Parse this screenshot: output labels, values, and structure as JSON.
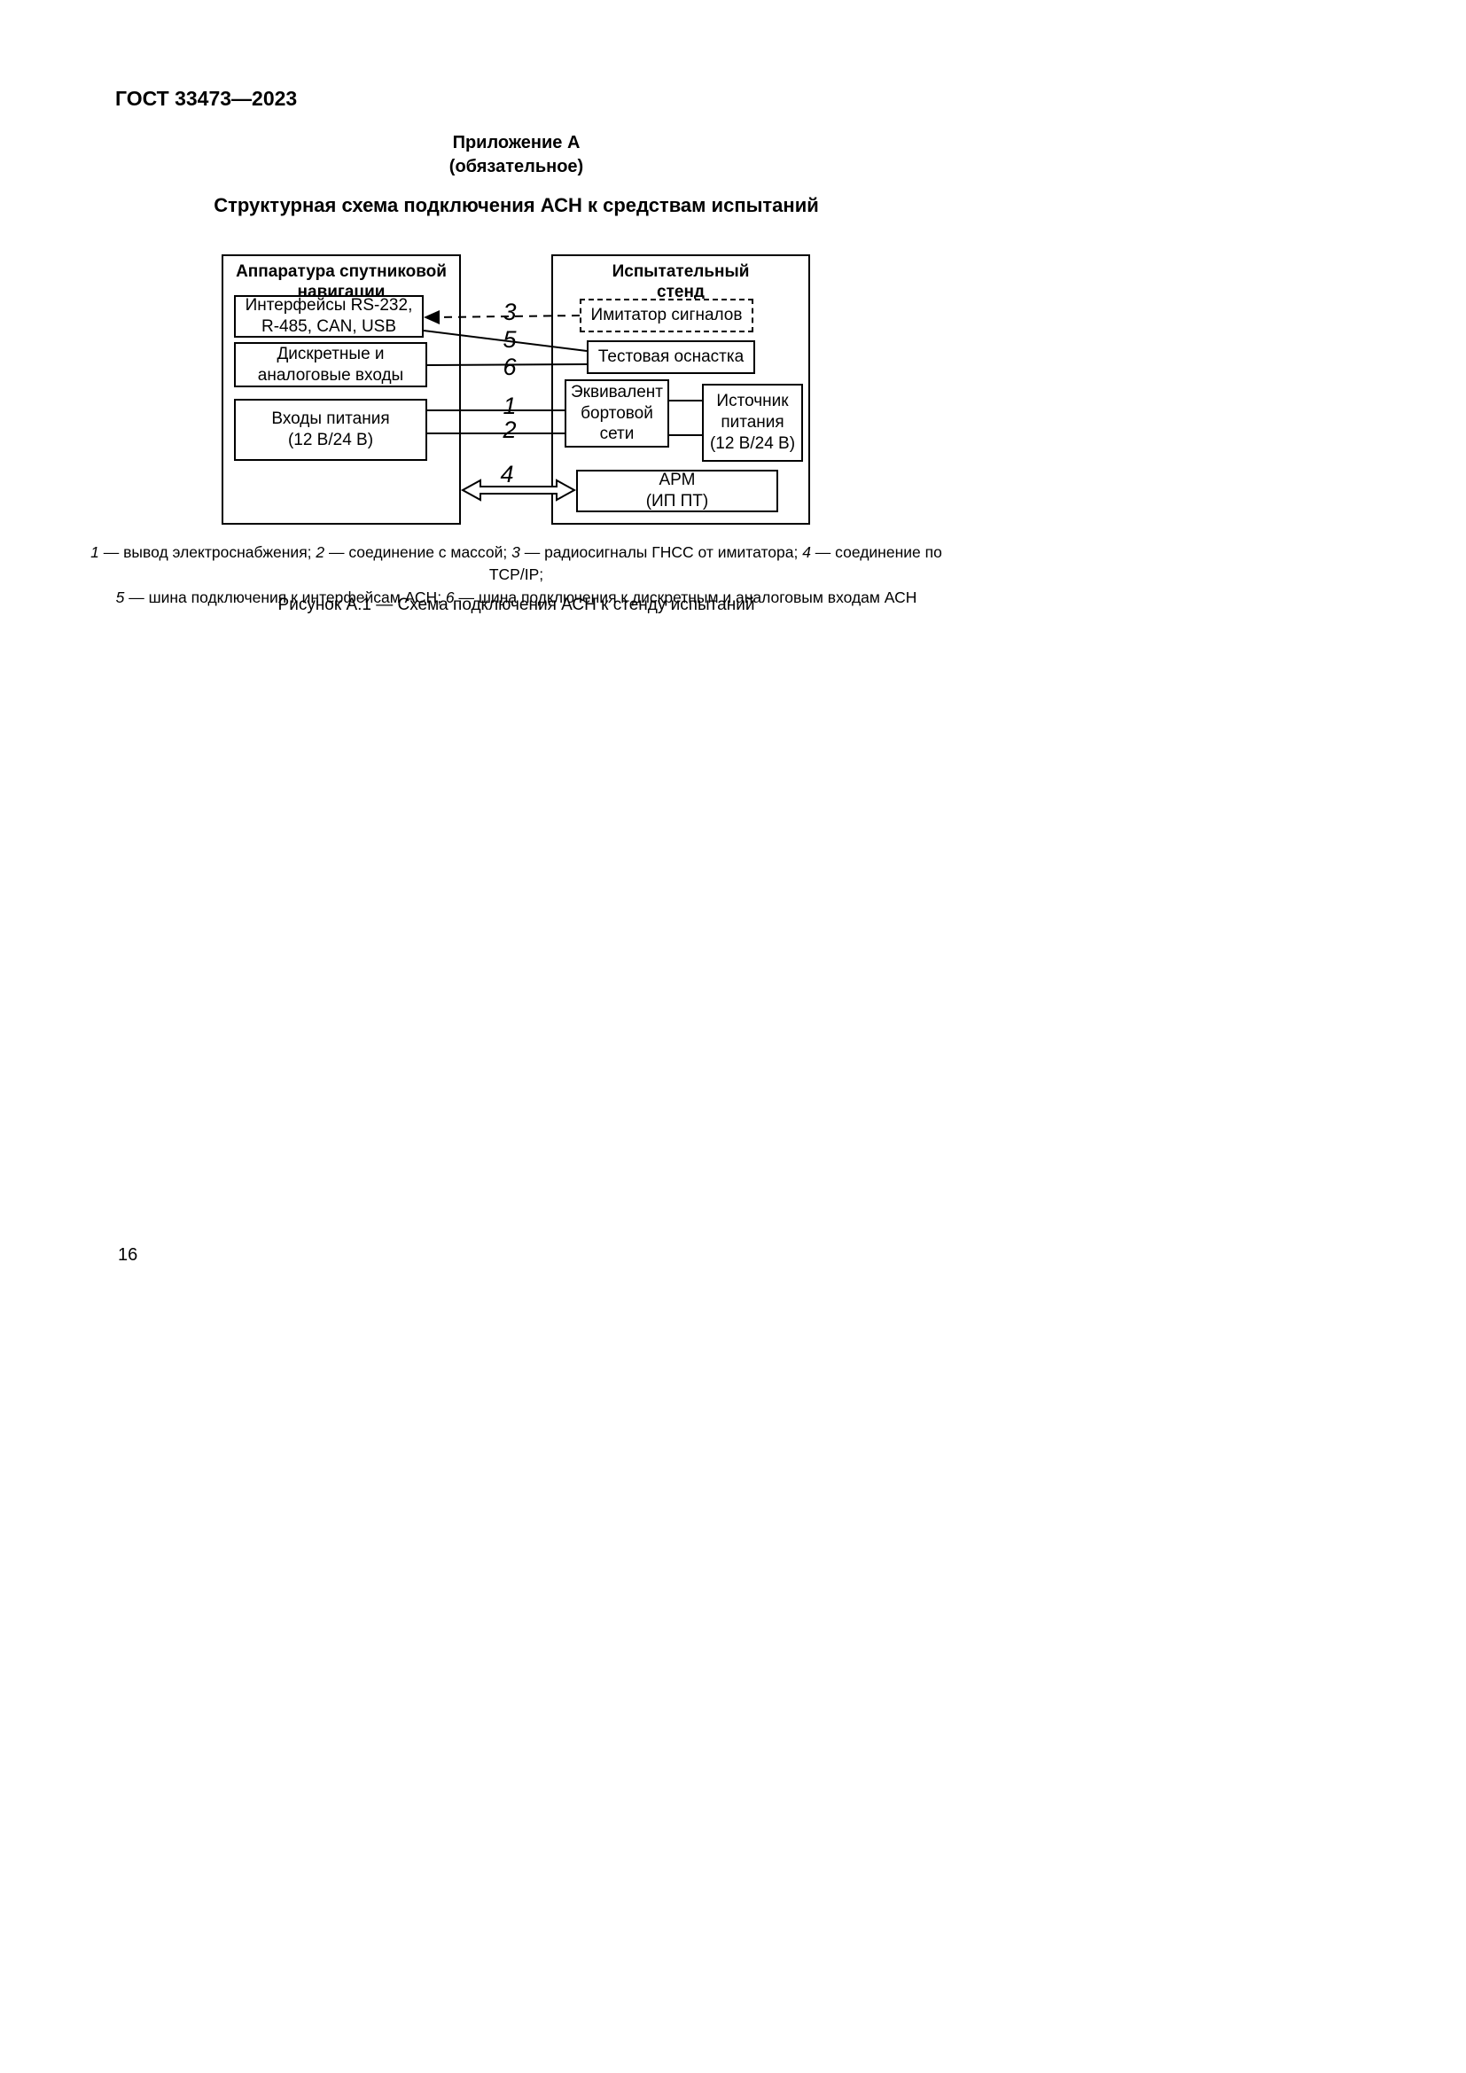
{
  "colors": {
    "text": "#000000",
    "background": "#ffffff",
    "line": "#000000"
  },
  "page": {
    "header": "ГОСТ 33473—2023",
    "page_number": "16"
  },
  "appendix": {
    "title": "Приложение А",
    "subtitle": "(обязательное)",
    "heading": "Структурная схема подключения АСН к средствам испытаний"
  },
  "diagram": {
    "asn_group": {
      "title": "Аппаратура спутниковой\nнавигации",
      "interfaces": "Интерфейсы RS-232,\nR-485, CAN, USB",
      "discrete_analog": "Дискретные и\nаналоговые входы",
      "power_inputs": "Входы питания\n(12 В/24 В)"
    },
    "stand_group": {
      "title": "Испытательный\nстенд",
      "imitator": "Имитатор сигналов",
      "test_rig": "Тестовая оснастка",
      "network_equivalent": "Эквивалент\nбортовой\nсети",
      "power_source": "Источник\nпитания\n(12 В/24 В)",
      "arm": "АРМ\n(ИП ПТ)"
    },
    "labels": {
      "n1": "1",
      "n2": "2",
      "n3": "3",
      "n4": "4",
      "n5": "5",
      "n6": "6"
    }
  },
  "legend": {
    "line1": [
      {
        "t": "1",
        "i": true
      },
      {
        "t": " — вывод электроснабжения; ",
        "i": false
      },
      {
        "t": "2",
        "i": true
      },
      {
        "t": " — соединение с массой; ",
        "i": false
      },
      {
        "t": "3",
        "i": true
      },
      {
        "t": " — радиосигналы ГНСС от имитатора; ",
        "i": false
      },
      {
        "t": "4",
        "i": true
      },
      {
        "t": " — соединение по TCP/IP;",
        "i": false
      }
    ],
    "line2": [
      {
        "t": "5",
        "i": true
      },
      {
        "t": " — шина подключения к интерфейсам АСН; ",
        "i": false
      },
      {
        "t": "6",
        "i": true
      },
      {
        "t": " — шина подключения к дискретным и аналоговым входам АСН",
        "i": false
      }
    ]
  },
  "figure_caption": "Рисунок А.1 — Схема подключения АСН к стенду испытаний"
}
